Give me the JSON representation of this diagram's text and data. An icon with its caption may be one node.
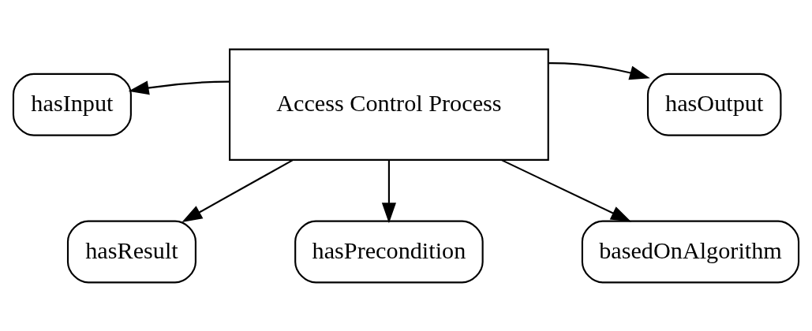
{
  "diagram": {
    "nodes": [
      {
        "text": [
          "Access Control Process"
        ]
      },
      {
        "text": [
          "hasInput"
        ]
      },
      {
        "text": [
          "hasOutput"
        ]
      },
      {
        "text": [
          "hasResult"
        ]
      },
      {
        "text": [
          "hasPrecondition"
        ]
      },
      {
        "text": [
          "basedOnAlgorithm"
        ]
      }
    ],
    "edges": [
      {
        "from": 0,
        "to": 1,
        "arrow": "to"
      },
      {
        "from": 0,
        "to": 2,
        "arrow": "to"
      },
      {
        "from": 0,
        "to": 3,
        "arrow": "to"
      },
      {
        "from": 0,
        "to": 4,
        "arrow": "to"
      },
      {
        "from": 0,
        "to": 5,
        "arrow": "to"
      }
    ]
  }
}
